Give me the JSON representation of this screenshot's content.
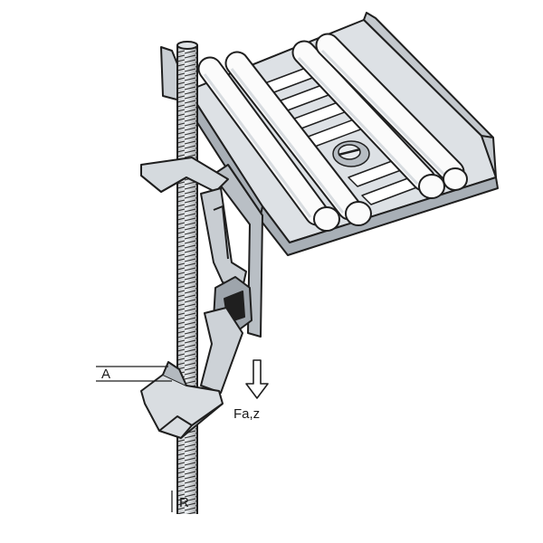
{
  "labels": {
    "dimension_a": "A",
    "force": "Fa,z",
    "rod": "R"
  },
  "colors": {
    "metal_light": "#e6e9ec",
    "metal_mid": "#c3c8cd",
    "metal_dark": "#8e959c",
    "outline": "#1f1f1f",
    "cable": "#fbfbfb"
  }
}
